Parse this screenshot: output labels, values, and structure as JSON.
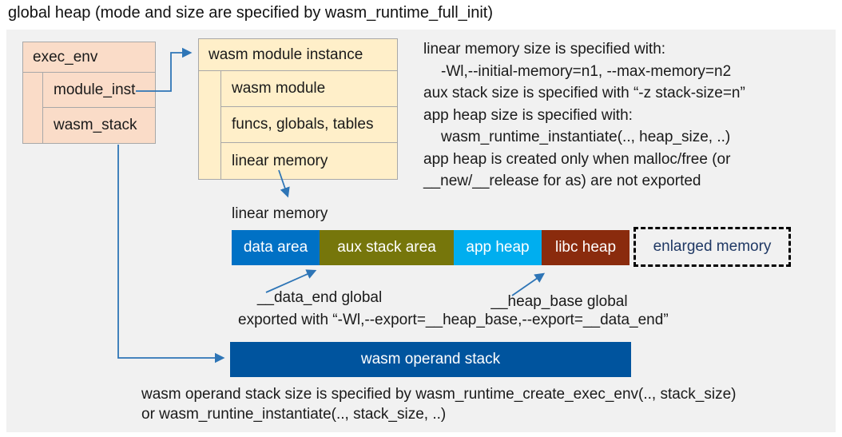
{
  "title": "global heap (mode and size are specified by wasm_runtime_full_init)",
  "colors": {
    "canvas_bg": "#f1f1f1",
    "exec_env_fill": "#fadcc8",
    "module_instance_fill": "#ffefc9",
    "box_border": "#a8a8a8",
    "data_area": "#0071c5",
    "aux_stack_area": "#76760b",
    "app_heap": "#00aeef",
    "libc_heap": "#8a2b0d",
    "operand_stack": "#00549e",
    "connector_blue": "#2e75b6",
    "enlarged_memory_text": "#1f3864"
  },
  "exec_env": {
    "header": "exec_env",
    "rows": [
      "module_inst",
      "wasm_stack"
    ]
  },
  "module_instance": {
    "header": "wasm module instance",
    "rows": [
      "wasm module",
      "funcs, globals, tables",
      "linear memory"
    ]
  },
  "notes_right": {
    "lines": [
      "linear memory size is specified with:",
      "-Wl,--initial-memory=n1, --max-memory=n2",
      "aux stack size is specified with “-z stack-size=n”",
      "app heap size is specified with:",
      "wasm_runtime_instantiate(.., heap_size, ..)",
      "app heap is created only when malloc/free (or",
      "__new/__release for as) are not exported"
    ]
  },
  "linear_memory": {
    "label": "linear memory",
    "segments": [
      "data area",
      "aux stack area",
      "app heap",
      "libc heap"
    ],
    "enlarged_label": "enlarged memory"
  },
  "annotations": {
    "data_end": "__data_end global",
    "heap_base": "__heap_base global",
    "exported": "exported with “-Wl,--export=__heap_base,--export=__data_end”"
  },
  "operand_stack": {
    "label": "wasm operand stack",
    "note_line1": "wasm operand stack size is specified by wasm_runtime_create_exec_env(.., stack_size)",
    "note_line2": "or wasm_runtine_instantiate(.., stack_size, ..)"
  }
}
